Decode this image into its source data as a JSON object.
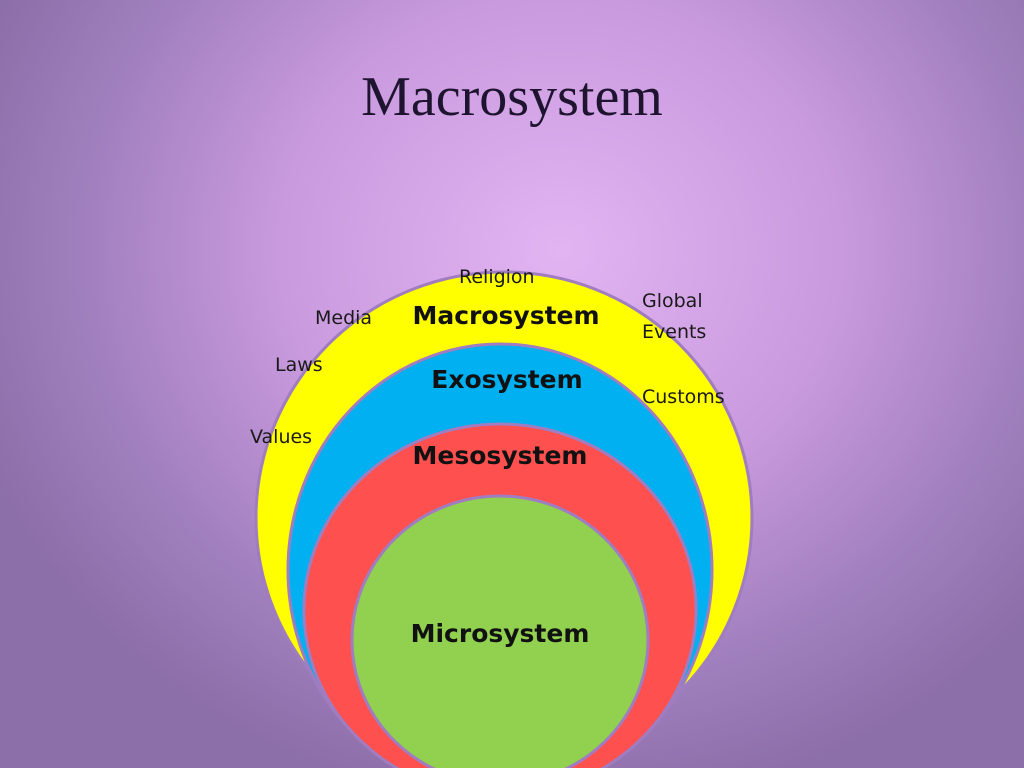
{
  "title": "Macrosystem",
  "rings": [
    {
      "label": "Macrosystem",
      "color": "#ffff00"
    },
    {
      "label": "Exosystem",
      "color": "#00b0f0"
    },
    {
      "label": "Mesosystem",
      "color": "#ff5050"
    },
    {
      "label": "Microsystem",
      "color": "#92d050"
    }
  ],
  "outline_color": "#a07cc0",
  "influences": {
    "religion": "Religion",
    "media": "Media",
    "laws": "Laws",
    "values": "Values",
    "global": "Global",
    "events": "Events",
    "customs": "Customs"
  }
}
